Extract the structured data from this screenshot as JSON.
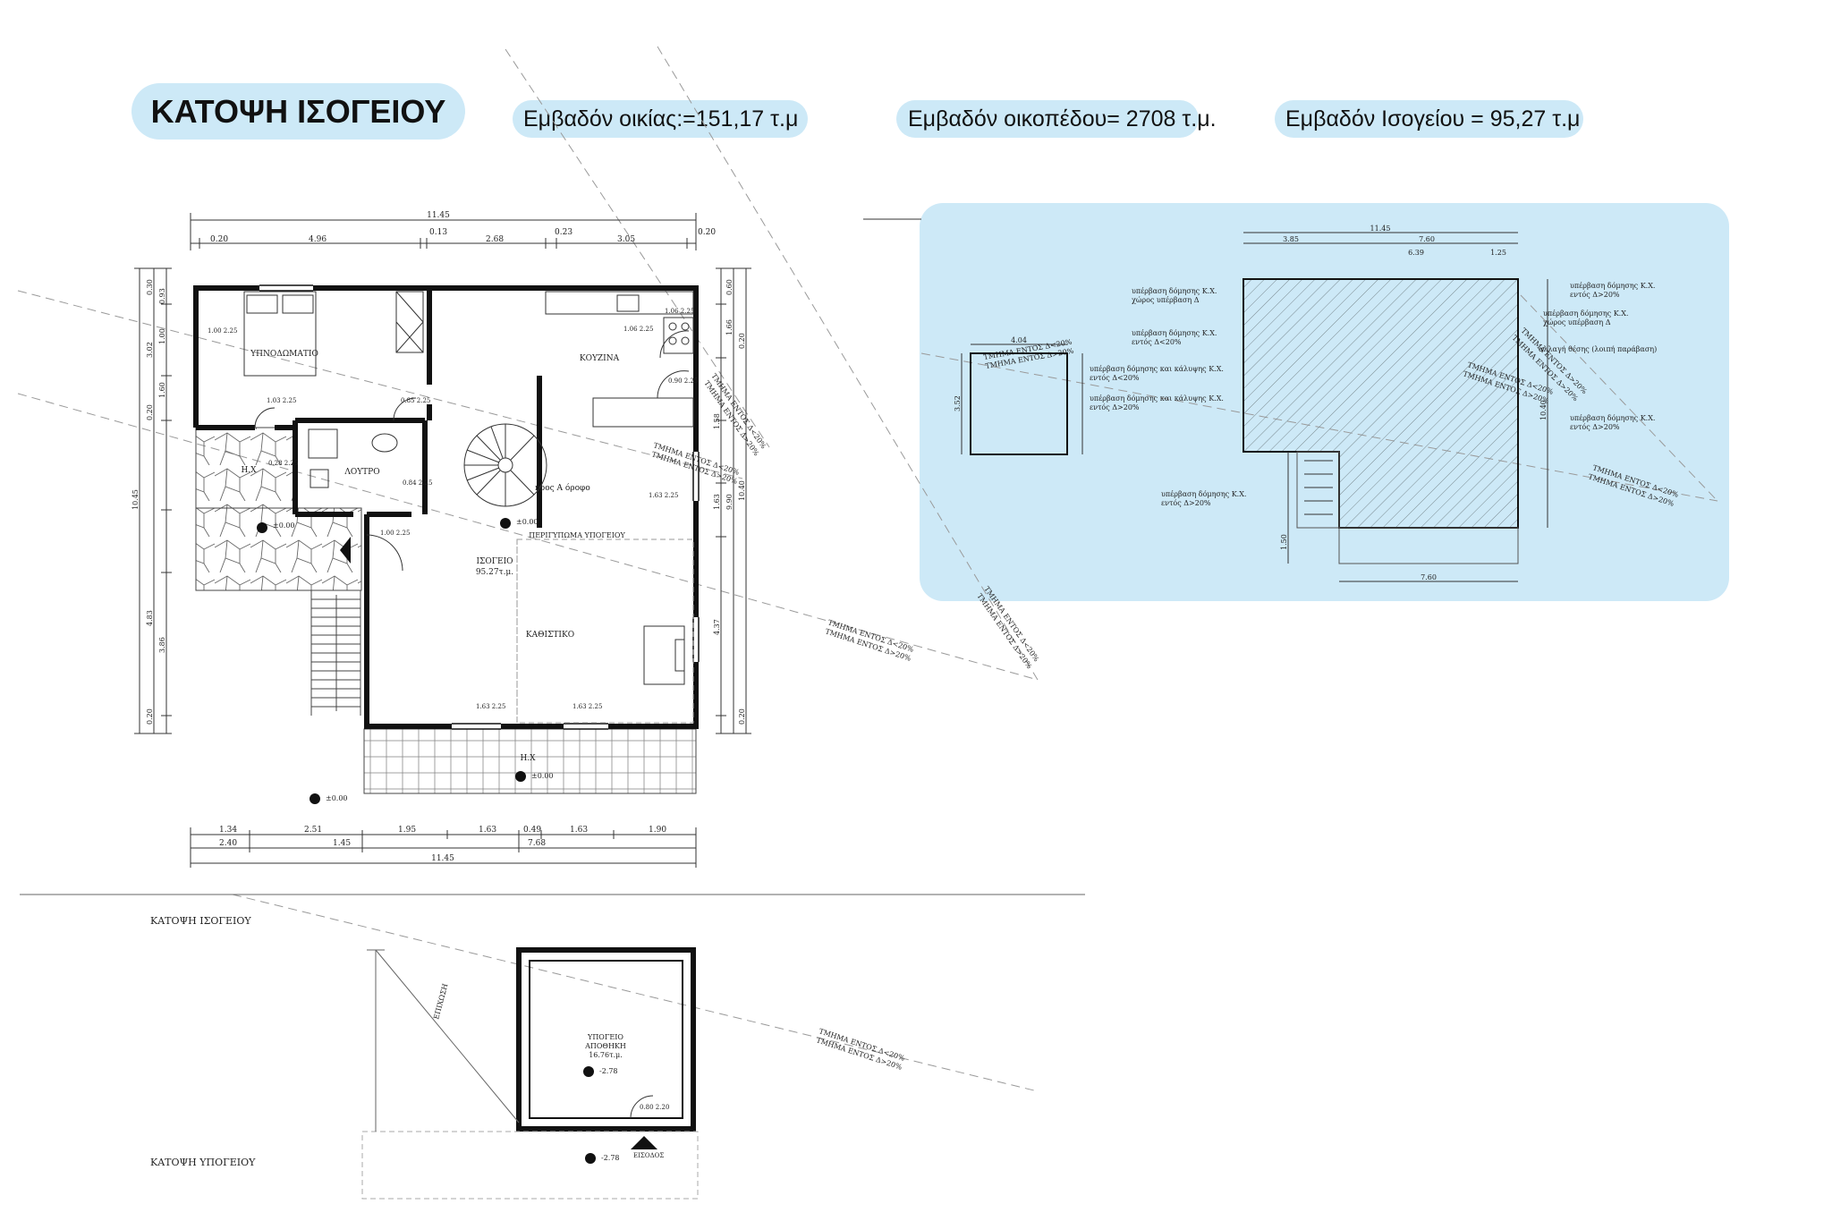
{
  "header": {
    "title": "ΚΑΤΟΨΗ ΙΣΟΓΕΙΟΥ",
    "area_house": "Εμβαδόν οικίας:=151,17 τ.μ",
    "area_plot": "Εμβαδόν οικοπέδου= 2708 τ.μ.",
    "area_ground": "Εμβαδόν Ισογείου = 95,27 τ.μ"
  },
  "ground_plan": {
    "caption": "ΚΑΤΟΨΗ ΙΣΟΓΕΙΟΥ",
    "rooms": {
      "bedroom": "ΥΠΝΟΔΩΜΑΤΙΟ",
      "kitchen": "ΚΟΥΖΙΝΑ",
      "bathroom": "ΛΟΥΤΡΟ",
      "hk_left": "Η.Χ",
      "ground_floor": "ΙΣΟΓΕΙΟ",
      "ground_area": "95.27τ.μ.",
      "living": "ΚΑΘΙΣΤΙΚΟ",
      "basement_outline": "ΠΕΡΙΓΥΠΩΜΑ ΥΠΟΓΕΙΟΥ",
      "hk_bottom": "Η.Χ",
      "stairs_up": "προς Α όροφο"
    },
    "levels": {
      "l1": "±0.00",
      "l2": "±0.00",
      "l3": "±0.00",
      "l4": "±0.00"
    },
    "dims_top_total": "11.45",
    "dims_top": [
      "0.20",
      "4.96",
      "0.13",
      "2.68",
      "0.23",
      "3.05",
      "0.20"
    ],
    "dims_bottom_1": [
      "1.34",
      "2.51",
      "1.95",
      "1.63",
      "0.49",
      "1.63",
      "1.90"
    ],
    "dims_bottom_2": [
      "2.40",
      "1.45",
      "7.68"
    ],
    "dims_bottom_total": "11.45",
    "dims_left": [
      "0.30",
      "0.93",
      "3.02",
      "1.00",
      "1.60",
      "0.20",
      "4.83",
      "3.86",
      "0.20",
      "10.45"
    ],
    "dims_right": [
      "0.60",
      "1.66",
      "0.20",
      "1.58",
      "1.63",
      "4.37",
      "9.90",
      "10.40",
      "0.20"
    ],
    "windows": {
      "w1": "1.00 2.25",
      "w2": "1.03 2.25",
      "w3": "0.85 2.25",
      "w4": "0.28 2.25",
      "w5": "0.84 2.25",
      "w6": "1.00 2.25",
      "w7": "1.06 2.25",
      "w8": "0.90 2.25",
      "w9": "1.63 2.25",
      "w10": "1.63 2.25",
      "w11": "1.63 2.25",
      "w12": "1.06 2.25"
    },
    "section_notes": {
      "s1": "ΤΜΗΜΑ ΕΝΤΟΣ Δ<20%",
      "s2": "ΤΜΗΜΑ ΕΝΤΟΣ Δ>20%",
      "s3": "ΤΜΗΜΑ ΕΝΤΟΣ Δ<20%",
      "s4": "ΤΜΗΜΑ ΕΝΤΟΣ Δ>20%",
      "s5": "ΤΜΗΜΑ ΕΝΤΟΣ Δ<20%",
      "s6": "ΤΜΗΜΑ ΕΝΤΟΣ Δ>20%",
      "s7": "ΤΜΗΜΑ ΕΝΤΟΣ Δ<20%",
      "s8": "ΤΜΗΜΑ ΕΝΤΟΣ Δ>20%"
    }
  },
  "basement_plan": {
    "caption": "ΚΑΤΟΨΗ ΥΠΟΓΕΙΟΥ",
    "room": "ΥΠΟΓΕΙΟ",
    "room_name": "ΑΠΟΘΗΚΗ",
    "area": "16.76τ.μ.",
    "level": "-2.78",
    "level_out": "-2.78",
    "entrance": "ΕΙΣΟΔΟΣ",
    "ramp": "ΕΠΙΧΩΣΗ",
    "door": "0.80 2.20",
    "notes": {
      "n1": "ΤΜΗΜΑ ΕΝΤΟΣ Δ<20%",
      "n2": "ΤΜΗΜΑ ΕΝΤΟΣ Δ>20%"
    }
  },
  "site_plan": {
    "dim_total": "11.45",
    "dims_top": [
      "3.85",
      "7.60"
    ],
    "dim_inner": "6.39",
    "dim_right": "1.25",
    "dim_left_box": "4.04",
    "dim_bottom": "7.60",
    "dims_side": [
      "1.50",
      "10.40",
      "3.52"
    ],
    "notes": {
      "n1": "υπέρβαση δόμησης Κ.Χ.",
      "n1b": "χώρος υπέρβαση Δ",
      "n2": "υπέρβαση δόμησης Κ.Χ.",
      "n2b": "εντός Δ<20%",
      "n3": "υπέρβαση δόμησης και κάλυψης Κ.Χ.",
      "n3b": "εντός Δ<20%",
      "n4": "υπέρβαση δόμησης και κάλυψης Κ.Χ.",
      "n4b": "εντός Δ>20%",
      "n5": "υπέρβαση δόμησης Κ.Χ.",
      "n5b": "εντός Δ>20%",
      "r1": "υπέρβαση δόμησης Κ.Χ.",
      "r1b": "εντός Δ>20%",
      "r2": "υπέρβαση δόμησης Κ.Χ.",
      "r2b": "χώρος υπέρβαση Δ",
      "r3": "αλλαγή θέσης (λοιπή παράβαση)",
      "r4": "υπέρβαση δόμησης Κ.Χ.",
      "r4b": "εντός Δ>20%",
      "box_a": "ΤΜΗΜΑ ΕΝΤΟΣ Δ<20%",
      "box_b": "ΤΜΗΜΑ ΕΝΤΟΣ Δ>20%",
      "diag": "ΤΜΗΜΑ ΕΝΤΟΣ Δ<20%",
      "diag2": "ΤΜΗΜΑ ΕΝΤΟΣ Δ>20%",
      "right_a": "ΤΜΗΜΑ ΕΝΤΟΣ Δ<20%",
      "right_b": "ΤΜΗΜΑ ΕΝΤΟΣ Δ>20%",
      "out_a": "ΤΜΗΜΑ ΕΝΤΟΣ Δ>20%",
      "out_b": "ΤΜΗΜΑ ΕΝΤΟΣ Δ>20%"
    }
  }
}
